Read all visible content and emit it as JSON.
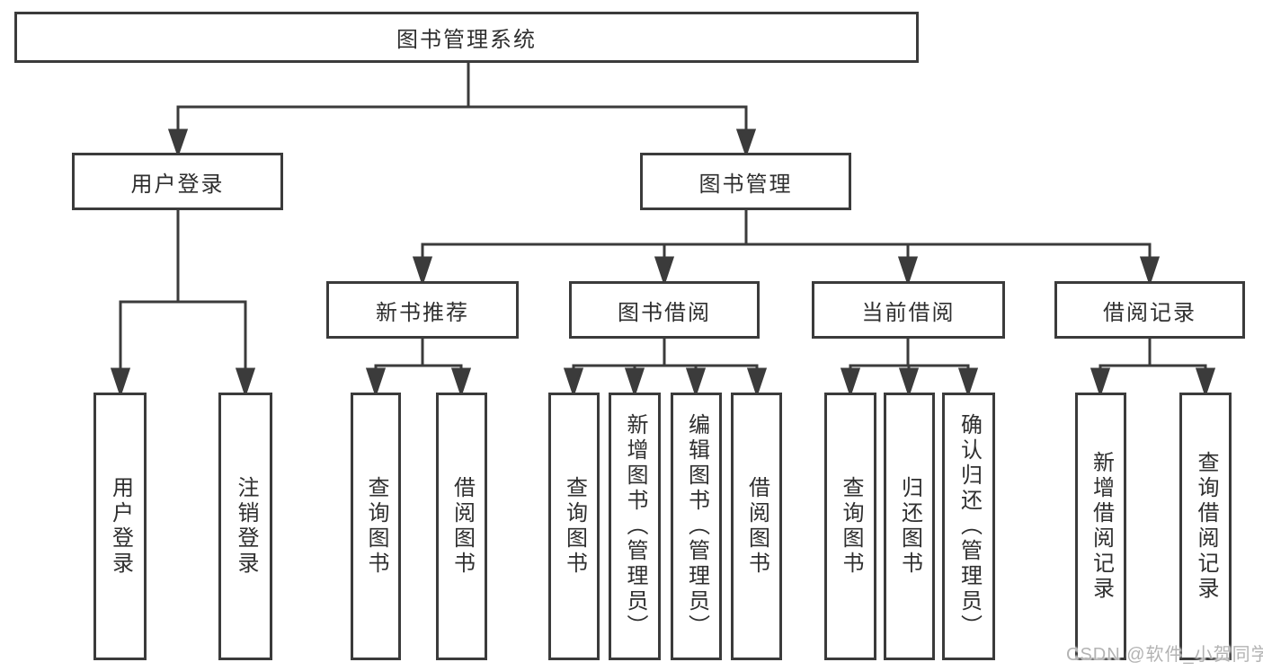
{
  "diagram": {
    "title": "图书管理系统",
    "nodes": {
      "root": "图书管理系统",
      "user_login": "用户登录",
      "book_mgmt": "图书管理",
      "new_book": "新书推荐",
      "book_borrow": "图书借阅",
      "current_borrow": "当前借阅",
      "borrow_record": "借阅记录",
      "leaf_user_login": "用户登录",
      "leaf_logout": "注销登录",
      "leaf_nb_query": "查询图书",
      "leaf_nb_borrow": "借阅图书",
      "leaf_bb_query": "查询图书",
      "leaf_bb_add": "新增图书（管理员）",
      "leaf_bb_edit": "编辑图书（管理员）",
      "leaf_bb_borrow": "借阅图书",
      "leaf_cb_query": "查询图书",
      "leaf_cb_return": "归还图书",
      "leaf_cb_confirm": "确认归还（管理员）",
      "leaf_br_add": "新增借阅记录",
      "leaf_br_query": "查询借阅记录"
    },
    "watermark": "CSDN @软件_小贺同学",
    "colors": {
      "line": "#3b3b3b",
      "text": "#2f2f2f",
      "watermark": "#b3b3b3",
      "background": "#ffffff"
    }
  }
}
